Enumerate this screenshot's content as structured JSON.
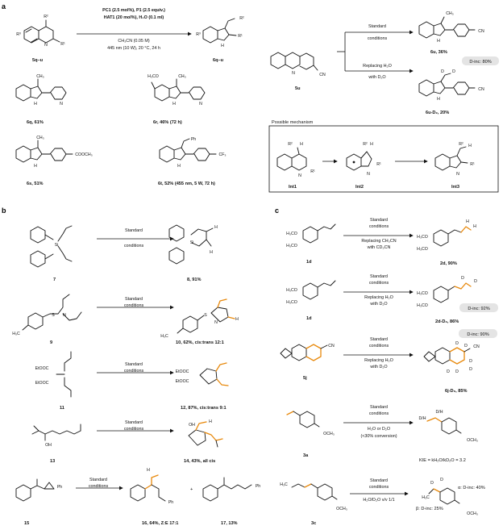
{
  "panels": {
    "a": "a",
    "b": "b",
    "c": "c"
  },
  "panel_a": {
    "top_reaction": {
      "reagents": [
        "PC1 (2.5 mol%), P1 (2.5 equiv.)",
        "HAT1 (20 mol%), H₂O (0.1 ml)"
      ],
      "solvent": "CH₃CN (0.05 M)",
      "light": "445 nm (10 W), 20 °C, 24 h",
      "substrate": "5q–u",
      "product": "6q–u"
    },
    "examples": [
      {
        "id": "6q",
        "yield": "6q, 61%"
      },
      {
        "id": "6r",
        "yield": "6r, 46% (72 h)"
      },
      {
        "id": "6s",
        "yield": "6s, 51%"
      },
      {
        "id": "6t",
        "yield": "6t, 52% (455 nm, 5 W, 72 h)"
      }
    ],
    "ome_label": "H₃CO",
    "ch3_label": "CH₃",
    "cooch3_label": "COOCH₃",
    "cf3_label": "CF₃",
    "ph_label": "Ph",
    "nh_label": "H",
    "n_label": "N",
    "cn_label": "CN",
    "r1": "R¹",
    "r2": "R²",
    "r3": "R³",
    "branch": {
      "substrate": "5u",
      "upper_condition": [
        "Standard",
        "conditions"
      ],
      "lower_condition": [
        "Replacing H₂O",
        "with D₂O"
      ],
      "upper_product": "6u, 36%",
      "lower_product": "6u-D₂, 20%",
      "d_inc": "D-inc: 80%",
      "d_label": "D"
    },
    "mechanism": {
      "title": "Possible mechanism",
      "intermediates": [
        "Int1",
        "Int2",
        "Int3"
      ]
    }
  },
  "panel_b": {
    "condition": [
      "Standard",
      "conditions"
    ],
    "si_label": "Si",
    "s_label": "S",
    "o_label": "O",
    "oh_label": "OH",
    "h3c_label": "H₃C",
    "etooc_label": "EtOOC",
    "reactions": [
      {
        "substrate": "7",
        "product": "8, 91%"
      },
      {
        "substrate": "9",
        "product": "10, 62%, cis:trans 12:1"
      },
      {
        "substrate": "11",
        "product": "12, 87%, cis:trans 9:1"
      },
      {
        "substrate": "13",
        "product": "14, 43%, all cis"
      },
      {
        "substrate": "15",
        "product": "16, 64%, Z:E 17:1",
        "extra": "17, 13%"
      }
    ],
    "plus": "+"
  },
  "panel_c": {
    "reactions": [
      {
        "substrate": "1d",
        "conditions": [
          "Standard",
          "conditions",
          "Replacing CH₃CN",
          "with CD₃CN"
        ],
        "product": "2d, 90%"
      },
      {
        "substrate": "1d",
        "conditions": [
          "Standard",
          "conditions",
          "Replacing H₂O",
          "with D₂O"
        ],
        "product": "2d-D₂, 86%",
        "d_inc": "D-inc: 92%"
      },
      {
        "substrate": "5j",
        "conditions": [
          "Standard",
          "conditions",
          "Replacing H₂O",
          "with D₂O"
        ],
        "product": "6j-D₆, 85%",
        "d_inc": "D-inc: 90%"
      },
      {
        "substrate": "3a",
        "conditions": [
          "Standard",
          "conditions",
          "H₂O or D₂O",
          "(<30% conversion)"
        ],
        "product_kie": "KIE = kH₂O/kD₂O = 3.2",
        "dh": "D/H"
      },
      {
        "substrate": "3c",
        "conditions": [
          "Standard",
          "conditions",
          "H₂O/D₂O v/v 1/1"
        ],
        "alpha": "α: D-inc: 40%",
        "beta": "β: D-inc: 25%"
      }
    ],
    "och3_label": "OCH₃",
    "h3co_label": "H₃CO",
    "h3c_label": "H₃C",
    "h_label": "H",
    "d_label": "D"
  }
}
